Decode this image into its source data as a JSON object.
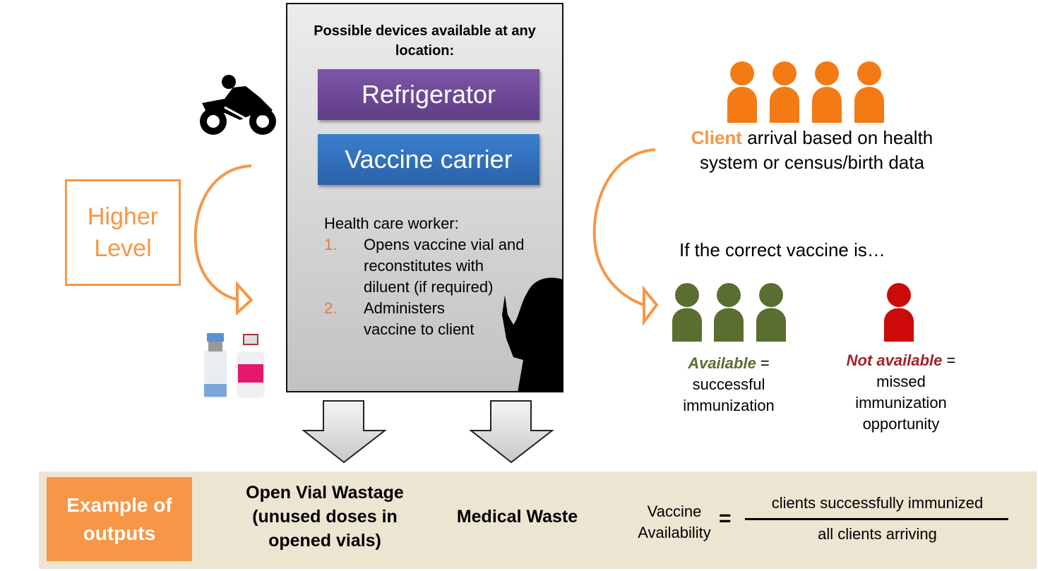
{
  "devices_box": {
    "title": "Possible devices available at any location:",
    "devices": [
      "Refrigerator",
      "Vaccine carrier"
    ],
    "worker_heading": "Health care worker:",
    "steps": [
      {
        "num": "1.",
        "text": "Opens vaccine vial and reconstitutes with diluent (if required)"
      },
      {
        "num": "2.",
        "text": "Administers vaccine to client"
      }
    ]
  },
  "higher_level": "Higher Level",
  "clients": {
    "highlight": "Client",
    "text": " arrival based on health system or census/birth data",
    "condition": "If the correct vaccine is…",
    "available_label": "Available",
    "available_eq": " =",
    "available_result": "successful immunization",
    "not_available_label": "Not available",
    "not_available_eq": " =",
    "not_available_result": "missed immunization opportunity"
  },
  "outputs": {
    "label": "Example of outputs",
    "open_vial": "Open Vial Wastage (unused doses in opened vials)",
    "medical_waste": "Medical Waste",
    "formula_lhs": "Vaccine Availability",
    "equals": "=",
    "numerator": "clients successfully immunized",
    "denominator": "all clients arriving"
  },
  "colors": {
    "orange": "#f79646",
    "client_orange": "#f47a14",
    "green": "#5a6e30",
    "red": "#cc0a0a",
    "not_avail_text": "#a3222a",
    "purple": "#6b4795",
    "blue": "#3370bd",
    "band": "#ece5d2"
  },
  "icons": [
    "motorcycle-icon",
    "vial-icon",
    "health-worker-silhouette-icon",
    "person-icon",
    "curved-arrow-icon",
    "down-arrow-icon"
  ]
}
